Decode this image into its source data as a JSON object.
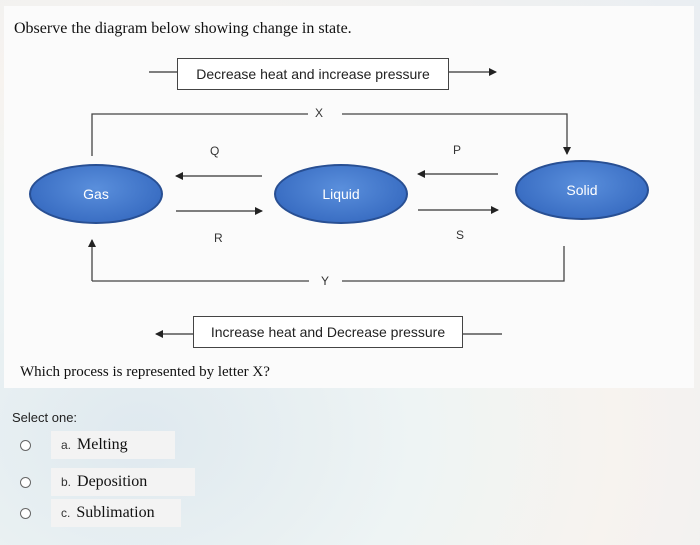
{
  "question": {
    "intro": "Observe the diagram below showing change in state.",
    "prompt": "Which process is represented by letter X?"
  },
  "diagram": {
    "top_box": "Decrease heat and increase pressure",
    "bottom_box": "Increase heat and Decrease pressure",
    "states": {
      "gas": "Gas",
      "liquid": "Liquid",
      "solid": "Solid"
    },
    "letters": {
      "x": "X",
      "y": "Y",
      "q": "Q",
      "r": "R",
      "p": "P",
      "s": "S"
    }
  },
  "answer": {
    "select_label": "Select one:",
    "options": [
      {
        "letter": "a.",
        "text": "Melting"
      },
      {
        "letter": "b.",
        "text": "Deposition"
      },
      {
        "letter": "c.",
        "text": "Sublimation"
      }
    ]
  },
  "colors": {
    "ellipse_fill": "#3b6fc4",
    "ellipse_border": "#284f93"
  }
}
